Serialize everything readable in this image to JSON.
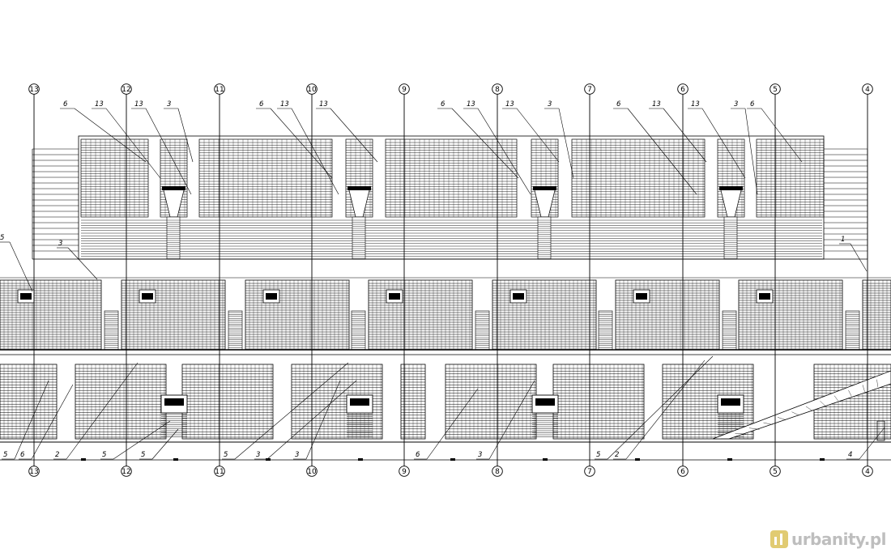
{
  "axes": {
    "top": [
      "13",
      "12",
      "11",
      "10",
      "9",
      "8",
      "7",
      "6",
      "5",
      "4"
    ],
    "bottom": [
      "13",
      "12",
      "11",
      "10",
      "9",
      "8",
      "7",
      "6",
      "5",
      "4"
    ]
  },
  "callouts": {
    "upper_tier": [
      "6",
      "13",
      "13",
      "3",
      "6",
      "13",
      "13",
      "6",
      "13",
      "13",
      "3",
      "6",
      "13",
      "13",
      "3",
      "6"
    ],
    "middle_tier": [
      "5",
      "3",
      "1"
    ],
    "bottom_row": [
      "5",
      "6",
      "2",
      "5",
      "5",
      "5",
      "3",
      "3",
      "6",
      "3",
      "5",
      "2",
      "4"
    ]
  },
  "watermark": {
    "text": "urbanity.pl",
    "brand_color": "#c9a200"
  },
  "colors": {
    "line": "#000000",
    "background": "#ffffff"
  }
}
